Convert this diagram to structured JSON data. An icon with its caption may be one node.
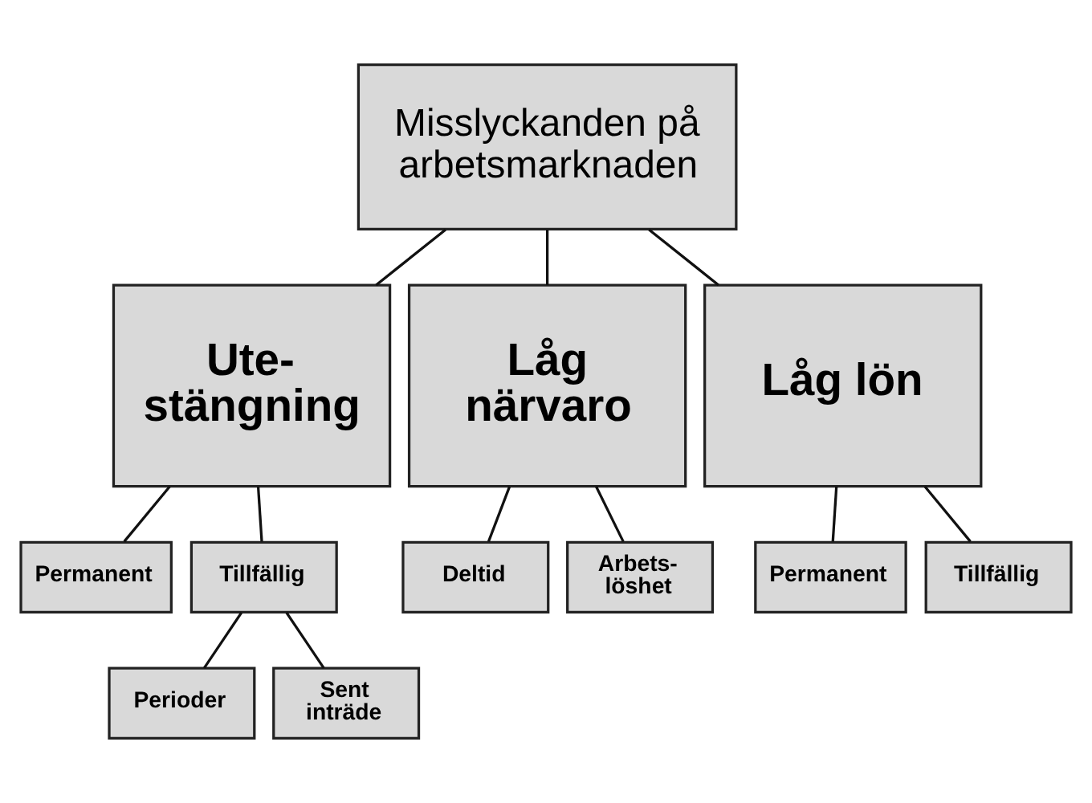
{
  "diagram": {
    "nodes": [
      {
        "text": [
          "Misslyckanden på arbetsmarknaden"
        ]
      },
      {
        "text": [
          "Ute- stängning"
        ]
      },
      {
        "text": [
          "Låg närvaro"
        ]
      },
      {
        "text": [
          "Låg lön"
        ]
      },
      {
        "text": [
          "Permanent"
        ]
      },
      {
        "text": [
          "Tillfällig"
        ]
      },
      {
        "text": [
          "Deltid"
        ]
      },
      {
        "text": [
          "Arbets- löshet"
        ]
      },
      {
        "text": [
          "Permanent"
        ]
      },
      {
        "text": [
          "Tillfällig"
        ]
      },
      {
        "text": [
          "Perioder"
        ]
      },
      {
        "text": [
          "Sent inträde"
        ]
      }
    ],
    "edges": [
      {
        "from": 0,
        "to": 1,
        "arrow": "none"
      },
      {
        "from": 0,
        "to": 2,
        "arrow": "none"
      },
      {
        "from": 0,
        "to": 3,
        "arrow": "none"
      },
      {
        "from": 1,
        "to": 4,
        "arrow": "none"
      },
      {
        "from": 1,
        "to": 5,
        "arrow": "none"
      },
      {
        "from": 2,
        "to": 6,
        "arrow": "none"
      },
      {
        "from": 2,
        "to": 7,
        "arrow": "none"
      },
      {
        "from": 3,
        "to": 8,
        "arrow": "none"
      },
      {
        "from": 3,
        "to": 9,
        "arrow": "none"
      },
      {
        "from": 5,
        "to": 10,
        "arrow": "none"
      },
      {
        "from": 5,
        "to": 11,
        "arrow": "none"
      }
    ]
  }
}
